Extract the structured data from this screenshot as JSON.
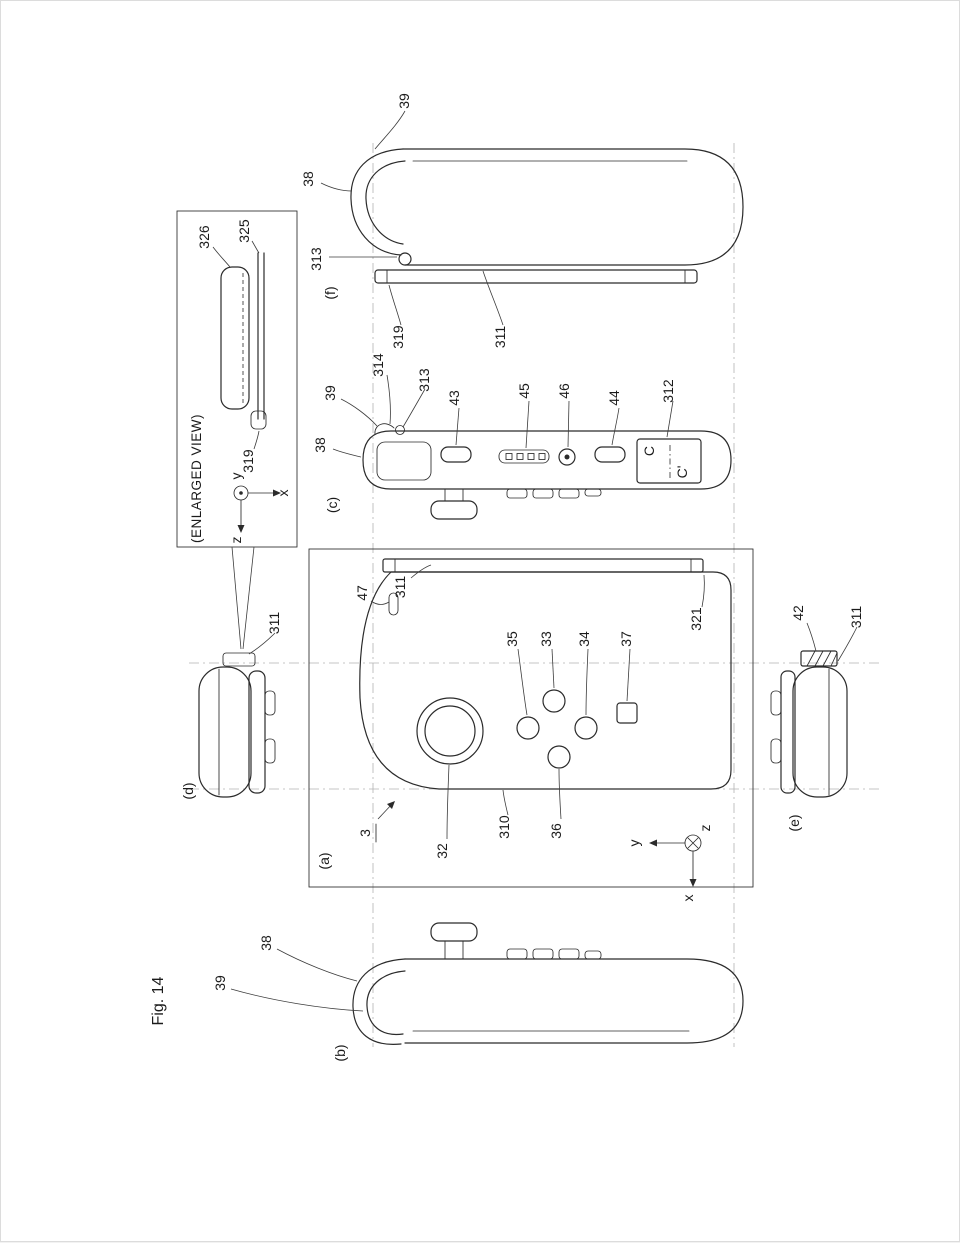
{
  "figure": {
    "title": "Fig. 14",
    "enlarged_view": "(ENLARGED VIEW)"
  },
  "view_tags": {
    "a": "(a)",
    "b": "(b)",
    "c": "(c)",
    "d": "(d)",
    "e": "(e)",
    "f": "(f)"
  },
  "axis": {
    "x": "x",
    "y": "y",
    "z": "z"
  },
  "refs": {
    "r3": "3",
    "r32": "32",
    "r33": "33",
    "r34": "34",
    "r35": "35",
    "r36": "36",
    "r37": "37",
    "r38": "38",
    "r39": "39",
    "r42": "42",
    "r43": "43",
    "r44": "44",
    "r45": "45",
    "r46": "46",
    "r47": "47",
    "r310": "310",
    "r311": "311",
    "r312": "312",
    "r313": "313",
    "r314": "314",
    "r319": "319",
    "r321": "321",
    "r325": "325",
    "r326": "326",
    "c": "C",
    "c_prime": "C'"
  }
}
